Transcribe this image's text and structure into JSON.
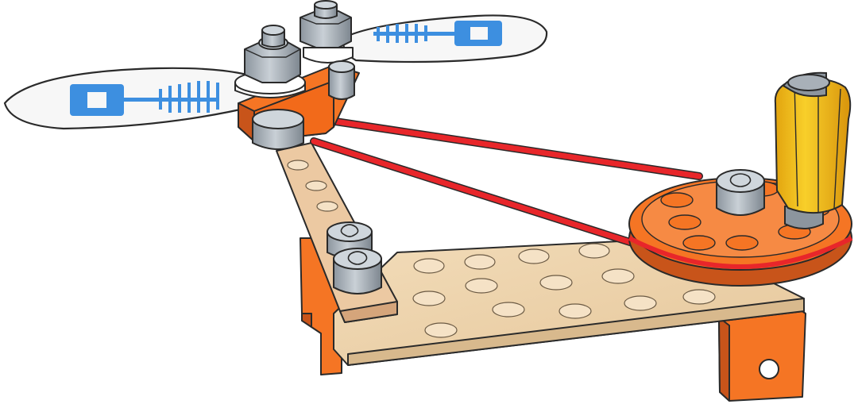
{
  "colors": {
    "background": "#ffffff",
    "outline": "#2a2a2a",
    "wood": "#edd3ad",
    "wood_edge": "#d8b98d",
    "wood_hole": "#f5e2c6",
    "orange": "#f57524",
    "orange_dark": "#c8541a",
    "bolt": "#a8b0b8",
    "bolt_light": "#cfd6dc",
    "bolt_dark": "#7d868f",
    "belt": "#e8262a",
    "handle": "#f5c21a",
    "handle_dark": "#d89a0e",
    "blade": "#f7f7f7",
    "blade_mark": "#3d8fe0"
  },
  "parts": {
    "propeller_blades": 2,
    "belt_strands": 2,
    "pulley_holes": 7
  },
  "icons": [
    "propeller-blade-icon",
    "wooden-base-plate",
    "wooden-arm-strip",
    "orange-bracket",
    "orange-pulley",
    "yellow-crank-handle",
    "red-drive-belt",
    "hex-nut",
    "flower-head-bolt"
  ]
}
